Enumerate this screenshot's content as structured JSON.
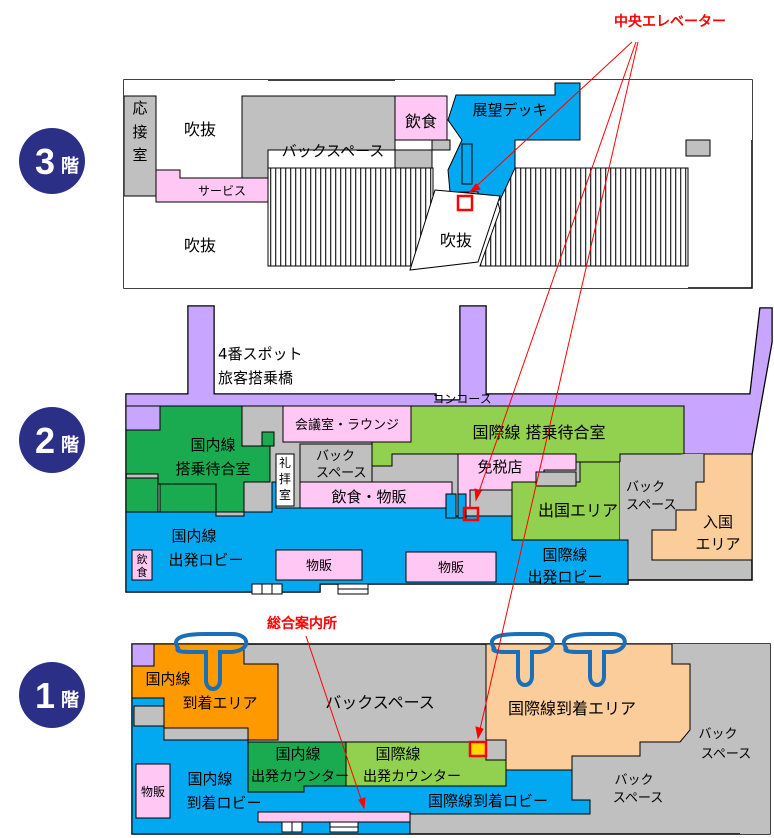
{
  "colors": {
    "blue": "#03a9f0",
    "green": "#92d050",
    "darkgreen": "#1aaa50",
    "pink": "#ffc8f4",
    "purple": "#c8a6ff",
    "orange": "#ff9900",
    "peach": "#fbcd9a",
    "gray": "#c0c0c0",
    "white": "#ffffff",
    "navy": "#2b2f86",
    "red": "#ff0000",
    "yellow": "#ffd800",
    "outline": "#1a6fb8"
  },
  "floors": {
    "f3": "3",
    "f2": "2",
    "f1": "1",
    "suffix": "階"
  },
  "annotations": {
    "central_elevator": "中央エレベーター",
    "info_center": "総合案内所"
  },
  "rooms_3f": {
    "reception_1": "応",
    "reception_2": "接",
    "reception_3": "室",
    "atrium_a": "吹抜",
    "back_space": "バックスペース",
    "service": "サービス",
    "atrium_b": "吹抜",
    "dining": "飲食",
    "deck": "展望デッキ",
    "atrium_c": "吹抜"
  },
  "rooms_2f": {
    "spot_1": "4番スポット",
    "spot_2": "旅客搭乗橋",
    "concourse": "コンコース",
    "meeting": "会議室・ラウンジ",
    "intl_wait": "国際線 搭乗待合室",
    "dom_wait_1": "国内線",
    "dom_wait_2": "搭乗待合室",
    "prayer_1": "礼",
    "prayer_2": "拝",
    "prayer_3": "室",
    "back_a_1": "バック",
    "back_a_2": "スペース",
    "dutyfree": "免税店",
    "dining_shop": "飲食・物販",
    "departure_area": "出国エリア",
    "back_b_1": "バック",
    "back_b_2": "スペース",
    "entry_1": "入国",
    "entry_2": "エリア",
    "dom_lobby_1": "国内線",
    "dom_lobby_2": "出発ロビー",
    "dining_small_1": "飲",
    "dining_small_2": "食",
    "shop_a": "物販",
    "shop_b": "物販",
    "intl_lobby_1": "国際線",
    "intl_lobby_2": "出発ロビー"
  },
  "rooms_1f": {
    "dom_arr_1": "国内線",
    "dom_arr_2": "到着エリア",
    "back_main": "バックスペース",
    "intl_arr_area": "国際線到着エリア",
    "back_r1_1": "バック",
    "back_r1_2": "スペース",
    "dom_counter_1": "国内線",
    "dom_counter_2": "出発カウンター",
    "intl_counter_1": "国際線",
    "intl_counter_2": "出発カウンター",
    "back_r2_1": "バック",
    "back_r2_2": "スペース",
    "shop": "物販",
    "dom_arr_lobby_1": "国内線",
    "dom_arr_lobby_2": "到着ロビー",
    "intl_arr_lobby": "国際線到着ロビー"
  }
}
